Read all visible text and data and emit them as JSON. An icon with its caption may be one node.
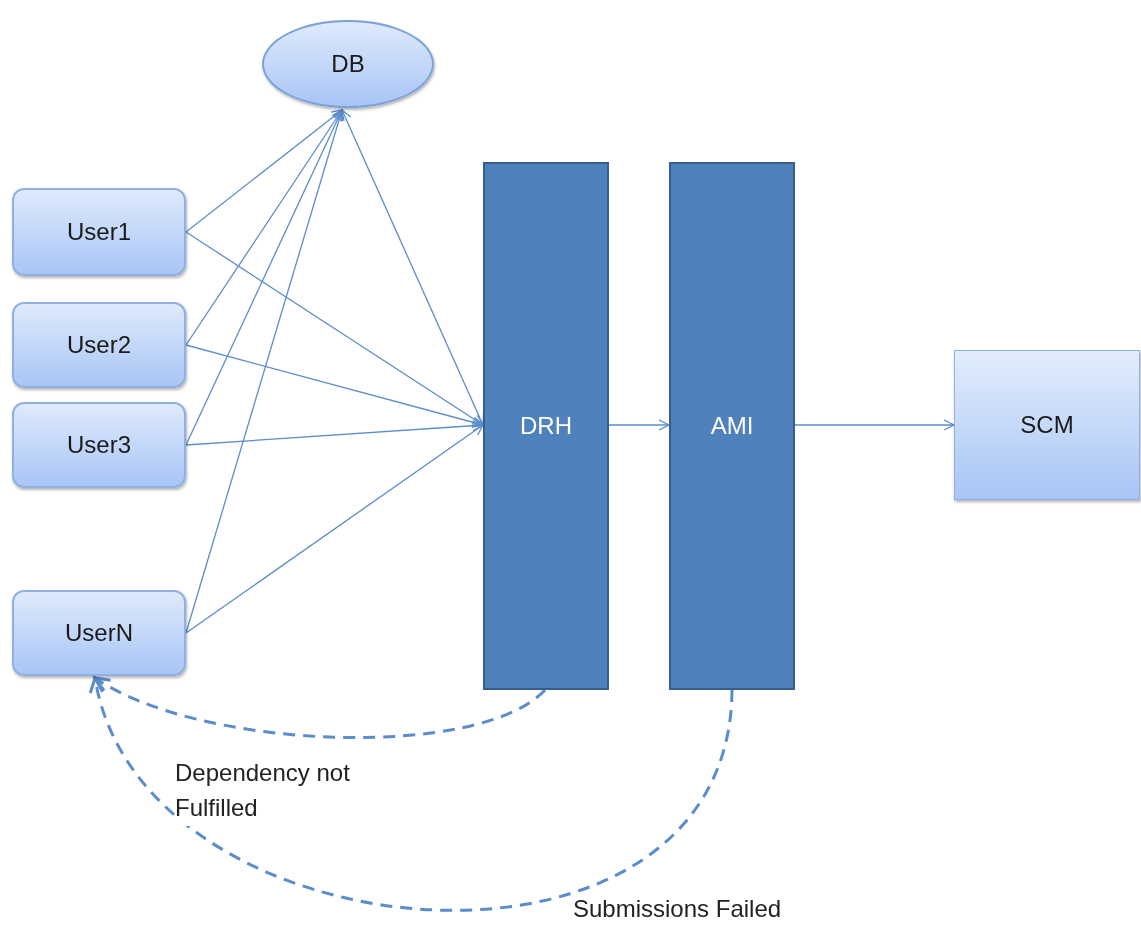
{
  "diagram": {
    "nodes": [
      {
        "text": [
          "DB"
        ]
      },
      {
        "text": [
          "User1"
        ]
      },
      {
        "text": [
          "User2"
        ]
      },
      {
        "text": [
          "User3"
        ]
      },
      {
        "text": [
          "UserN"
        ]
      },
      {
        "text": [
          "DRH"
        ]
      },
      {
        "text": [
          "AMI"
        ]
      },
      {
        "text": [
          "SCM"
        ]
      }
    ],
    "edges": [
      {
        "from": 1,
        "to": 0,
        "arrow": "to"
      },
      {
        "from": 2,
        "to": 0,
        "arrow": "to"
      },
      {
        "from": 3,
        "to": 0,
        "arrow": "to"
      },
      {
        "from": 4,
        "to": 0,
        "arrow": "to"
      },
      {
        "from": 1,
        "to": 5,
        "arrow": "to"
      },
      {
        "from": 2,
        "to": 5,
        "arrow": "to"
      },
      {
        "from": 3,
        "to": 5,
        "arrow": "to"
      },
      {
        "from": 4,
        "to": 5,
        "arrow": "to"
      },
      {
        "from": 5,
        "to": 0,
        "arrow": "both"
      },
      {
        "from": 5,
        "to": 6,
        "arrow": "to"
      },
      {
        "from": 6,
        "to": 7,
        "arrow": "to"
      },
      {
        "from": 5,
        "to": 4,
        "arrow": "to",
        "label": "Dependency not Fulfilled",
        "style": "dashed"
      },
      {
        "from": 6,
        "to": 4,
        "arrow": "to",
        "label": "Submissions Failed",
        "style": "dashed"
      }
    ]
  }
}
